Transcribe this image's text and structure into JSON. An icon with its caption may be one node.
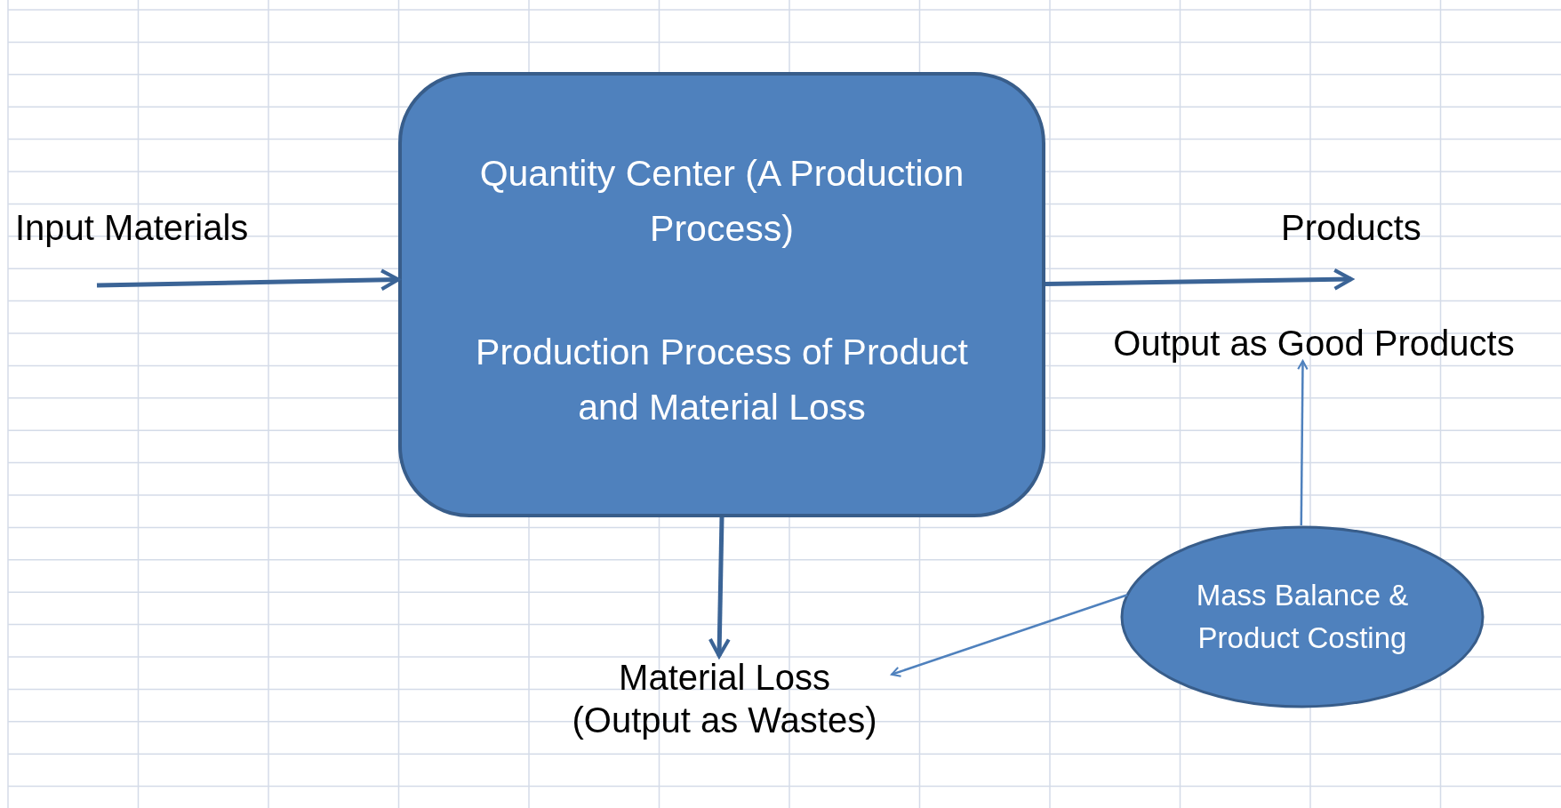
{
  "diagram": {
    "nodes": [
      {
        "text": [
          "Quantity Center (A Production Process)",
          "Production Process of Product and Material Loss"
        ]
      },
      {
        "text": [
          "Output as Good Products"
        ]
      },
      {
        "text": [
          "Material Loss (Output as Wastes)"
        ]
      },
      {
        "text": [
          "Mass Balance & Product Costing"
        ]
      }
    ],
    "edges": [
      {
        "from": null,
        "to": 0,
        "arrow": "to",
        "label": "Input Materials"
      },
      {
        "from": 0,
        "to": 1,
        "arrow": "to",
        "label": "Products"
      },
      {
        "from": 0,
        "to": 2,
        "arrow": "to"
      },
      {
        "from": 3,
        "to": 1,
        "arrow": "to",
        "color": "#4f81bd"
      },
      {
        "from": 3,
        "to": 2,
        "arrow": "to",
        "color": "#4f81bd"
      }
    ]
  }
}
